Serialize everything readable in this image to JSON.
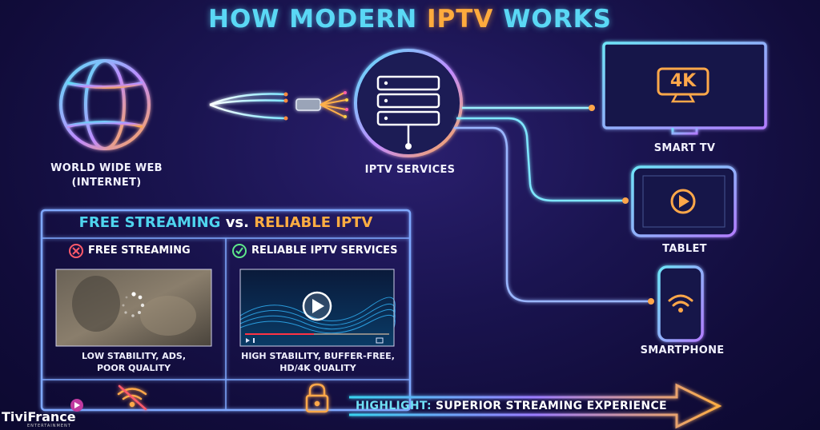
{
  "title": {
    "pre": "HOW MODERN ",
    "highlight": "IPTV",
    "post": " WORKS"
  },
  "nodes": {
    "internet": {
      "line1": "WORLD WIDE WEB",
      "line2": "(INTERNET)"
    },
    "iptv": {
      "label": "IPTV SERVICES"
    },
    "tv": {
      "label": "SMART TV",
      "screen_text": "4K"
    },
    "tablet": {
      "label": "TABLET"
    },
    "phone": {
      "label": "SMARTPHONE"
    }
  },
  "comparison": {
    "title_a": "FREE STREAMING",
    "title_vs": " vs. ",
    "title_b": "RELIABLE IPTV",
    "left": {
      "heading": "FREE STREAMING",
      "desc1": "LOW STABILITY, ADS,",
      "desc2": "POOR QUALITY"
    },
    "right": {
      "heading": "RELIABLE IPTV SERVICES",
      "desc1": "HIGH STABILITY, BUFFER-FREE,",
      "desc2": "HD/4K QUALITY"
    }
  },
  "highlight": {
    "key": "HIGHLIGHT:",
    "text": " SUPERIOR STREAMING EXPERIENCE"
  },
  "brand": {
    "name": "TiviFrance",
    "sub": "ENTERTAINMENT"
  },
  "colors": {
    "cyan": "#4fd4ee",
    "orange": "#ffab3d",
    "purple": "#b47cff",
    "pink": "#ff5ea8"
  }
}
